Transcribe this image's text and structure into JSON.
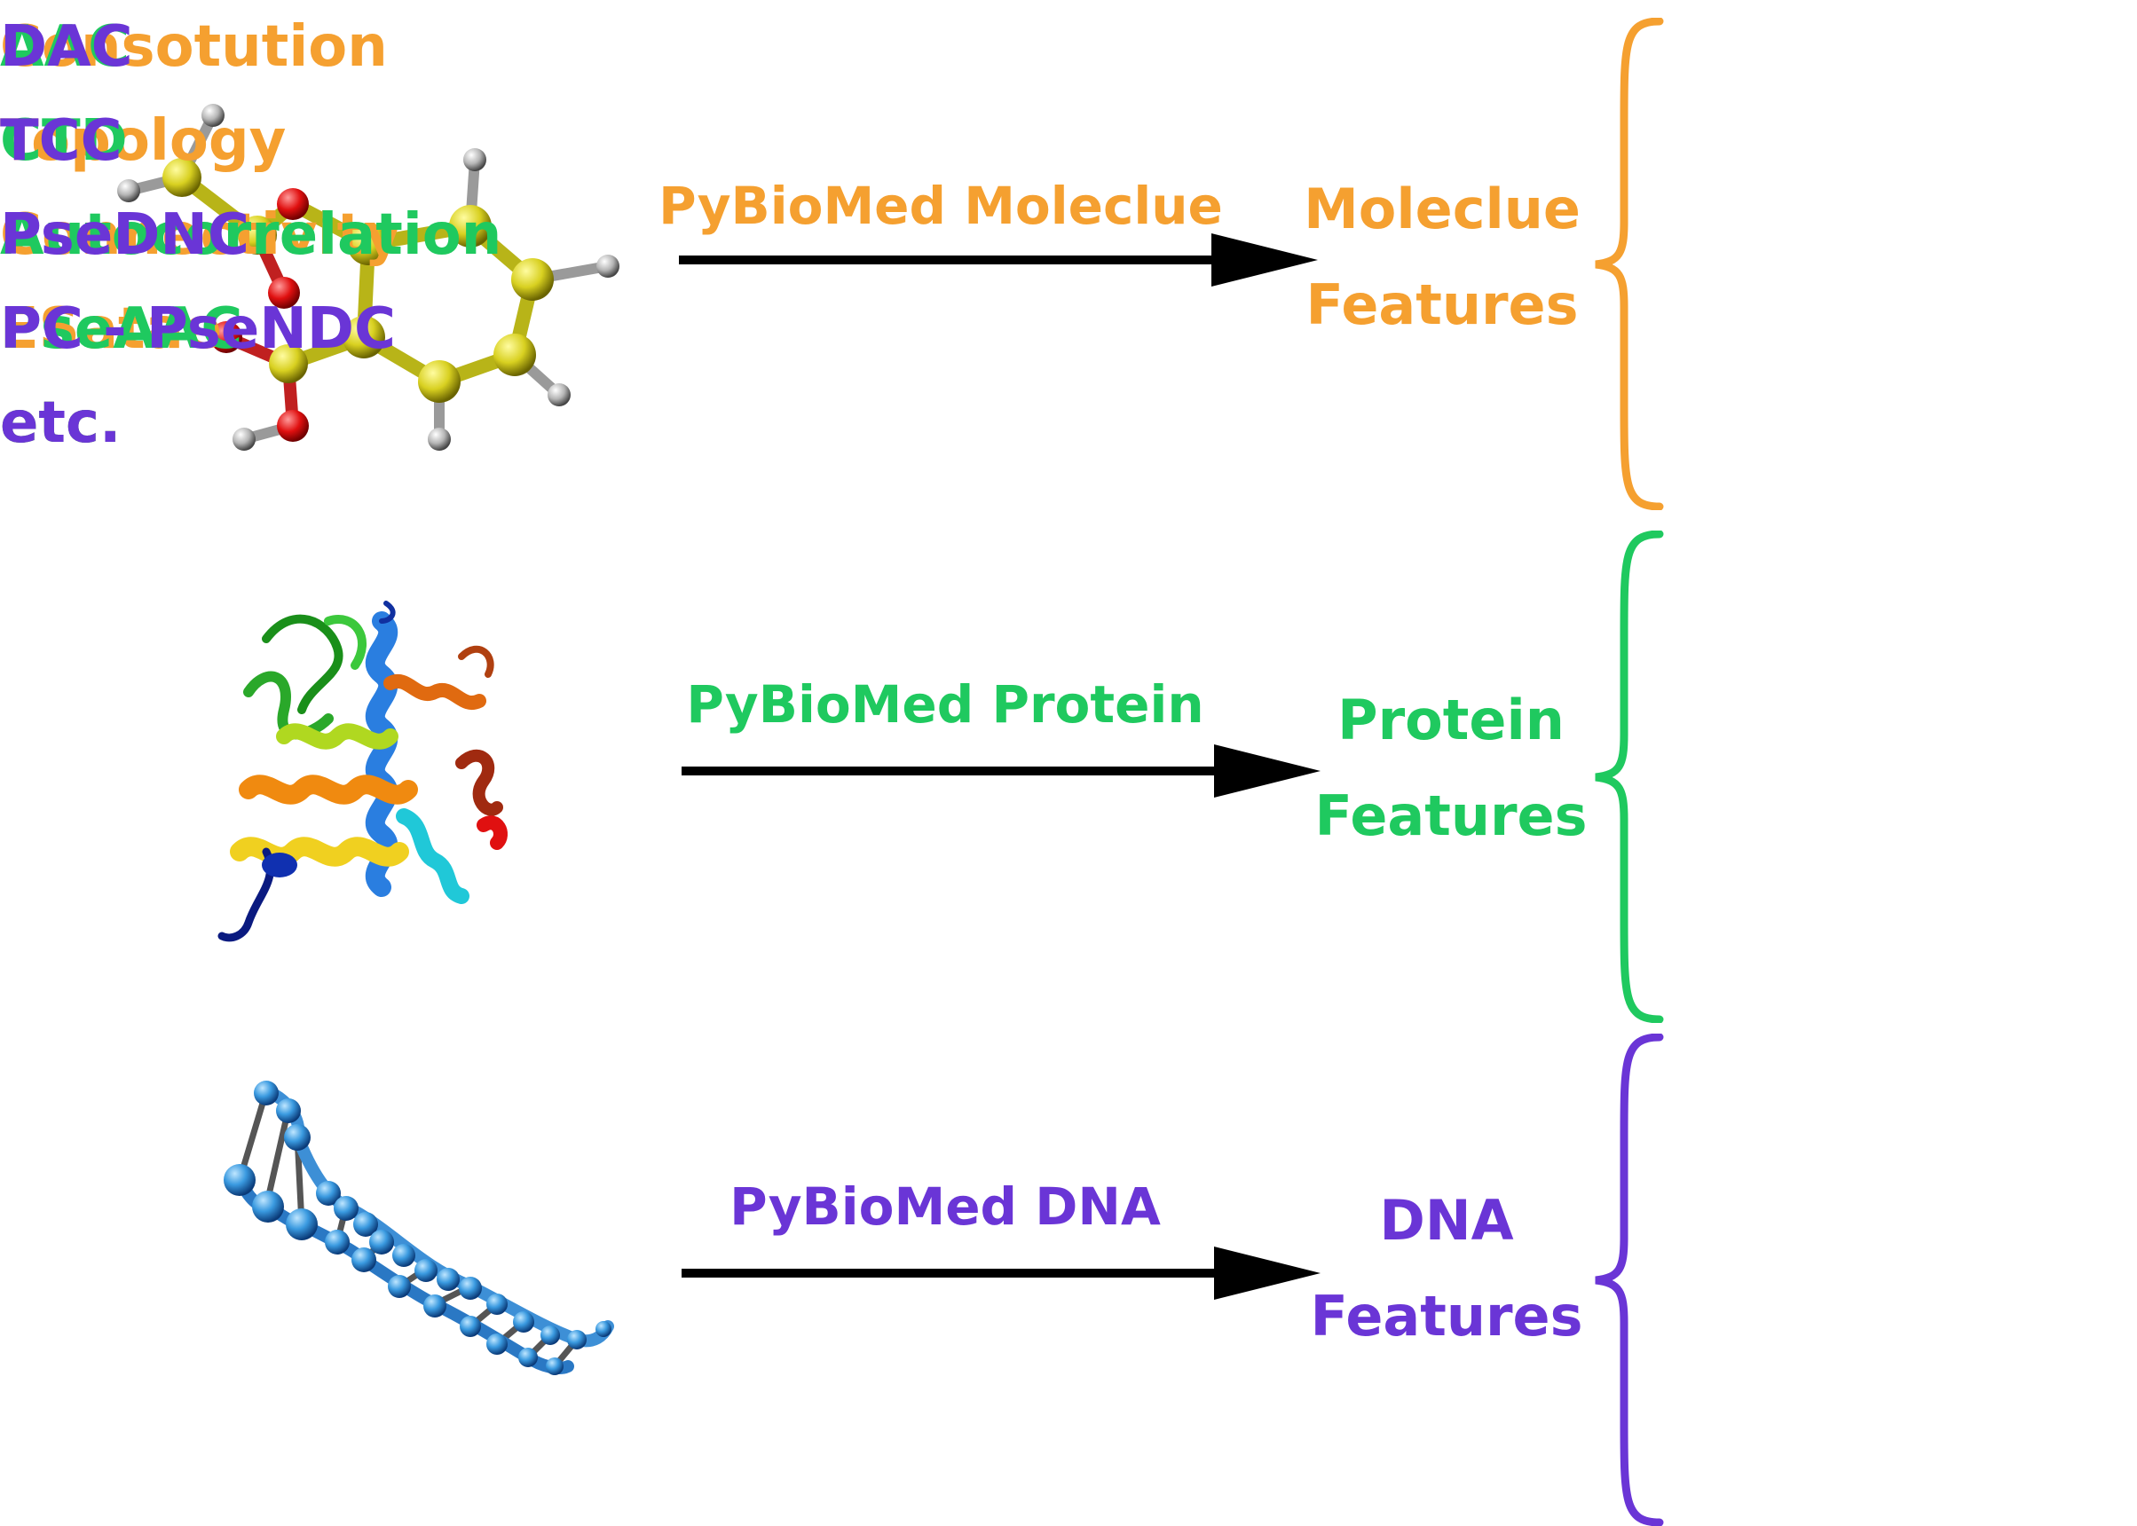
{
  "colors": {
    "molecule": "#f5a030",
    "protein": "#1fc95f",
    "dna": "#6a35d6",
    "arrow": "#000000"
  },
  "rows": {
    "molecule": {
      "arrow_label": "PyBioMed Moleclue",
      "title_line1": "Moleclue",
      "title_line2": "Features",
      "features": [
        "Consotution",
        "Topology",
        "Connectivity",
        "ESatae",
        "etc."
      ]
    },
    "protein": {
      "arrow_label": "PyBioMed Protein",
      "title_line1": "Protein",
      "title_line2": "Features",
      "features": [
        "AAC",
        "CTD",
        "Autocorrelation",
        "PseAAC",
        "etc."
      ]
    },
    "dna": {
      "arrow_label": "PyBioMed DNA",
      "title_line1": "DNA",
      "title_line2": "Features",
      "features": [
        "DAC",
        "TCC",
        "PseDNC",
        "PC - PseNDC",
        "etc."
      ]
    }
  }
}
